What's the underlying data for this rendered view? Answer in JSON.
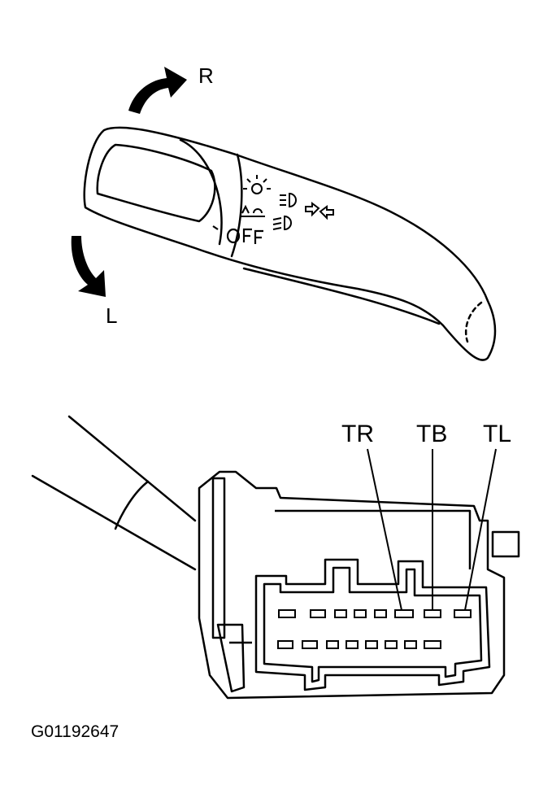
{
  "labels": {
    "rotate_right": "R",
    "rotate_left": "L",
    "terminal_tr": "TR",
    "terminal_tb": "TB",
    "terminal_tl": "TL",
    "figure_id": "G01192647"
  },
  "icons": {
    "switch_positions": [
      "headlight-icon",
      "parking-light-icon",
      "off-label-icon",
      "high-beam-icon",
      "low-beam-icon",
      "turn-signal-arrows-icon"
    ]
  },
  "colors": {
    "ink": "#000000",
    "paper": "#ffffff"
  }
}
